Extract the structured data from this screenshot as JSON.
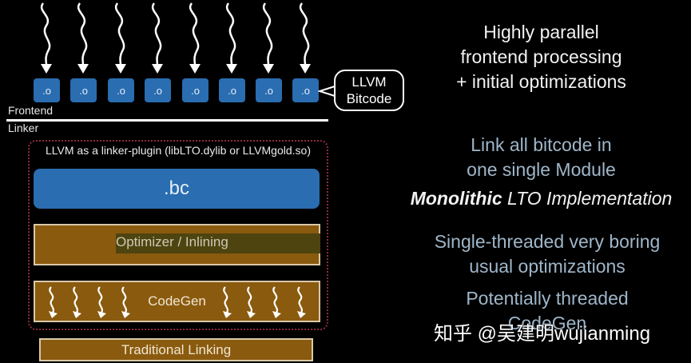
{
  "diagram": {
    "object_files": [
      ".o",
      ".o",
      ".o",
      ".o",
      ".o",
      ".o",
      ".o",
      ".o"
    ],
    "bitcode_bubble": {
      "line1": "LLVM",
      "line2": "Bitcode"
    },
    "frontend_label": "Frontend",
    "linker_label": "Linker",
    "plugin_label": "LLVM as a linker-plugin (libLTO.dylib or LLVMgold.so)",
    "bc_label": ".bc",
    "optimizer_label": "Optimizer / Inlining",
    "codegen_label": "CodeGen",
    "traditional_linking_label": "Traditional Linking",
    "colors": {
      "background": "#000000",
      "object_blue": "#2a6db0",
      "stage_brown": "#8a5a0e",
      "stage_border": "#d9c9aa",
      "optimizer_highlight": "#4d4410",
      "plugin_border": "#8e2a3c",
      "annotation_blue": "#9fb6c9"
    }
  },
  "annotations": {
    "frontend": [
      "Highly parallel",
      "frontend processing",
      "+ initial optimizations"
    ],
    "link": [
      "Link all bitcode in",
      "one single Module"
    ],
    "monolithic": {
      "bold": "Monolithic",
      "rest": " LTO Implementation"
    },
    "optimizer": [
      "Single-threaded very boring",
      "usual optimizations"
    ],
    "codegen": [
      "Potentially threaded",
      "CodeGen"
    ]
  },
  "watermark": "知乎 @吴建明wujianming"
}
